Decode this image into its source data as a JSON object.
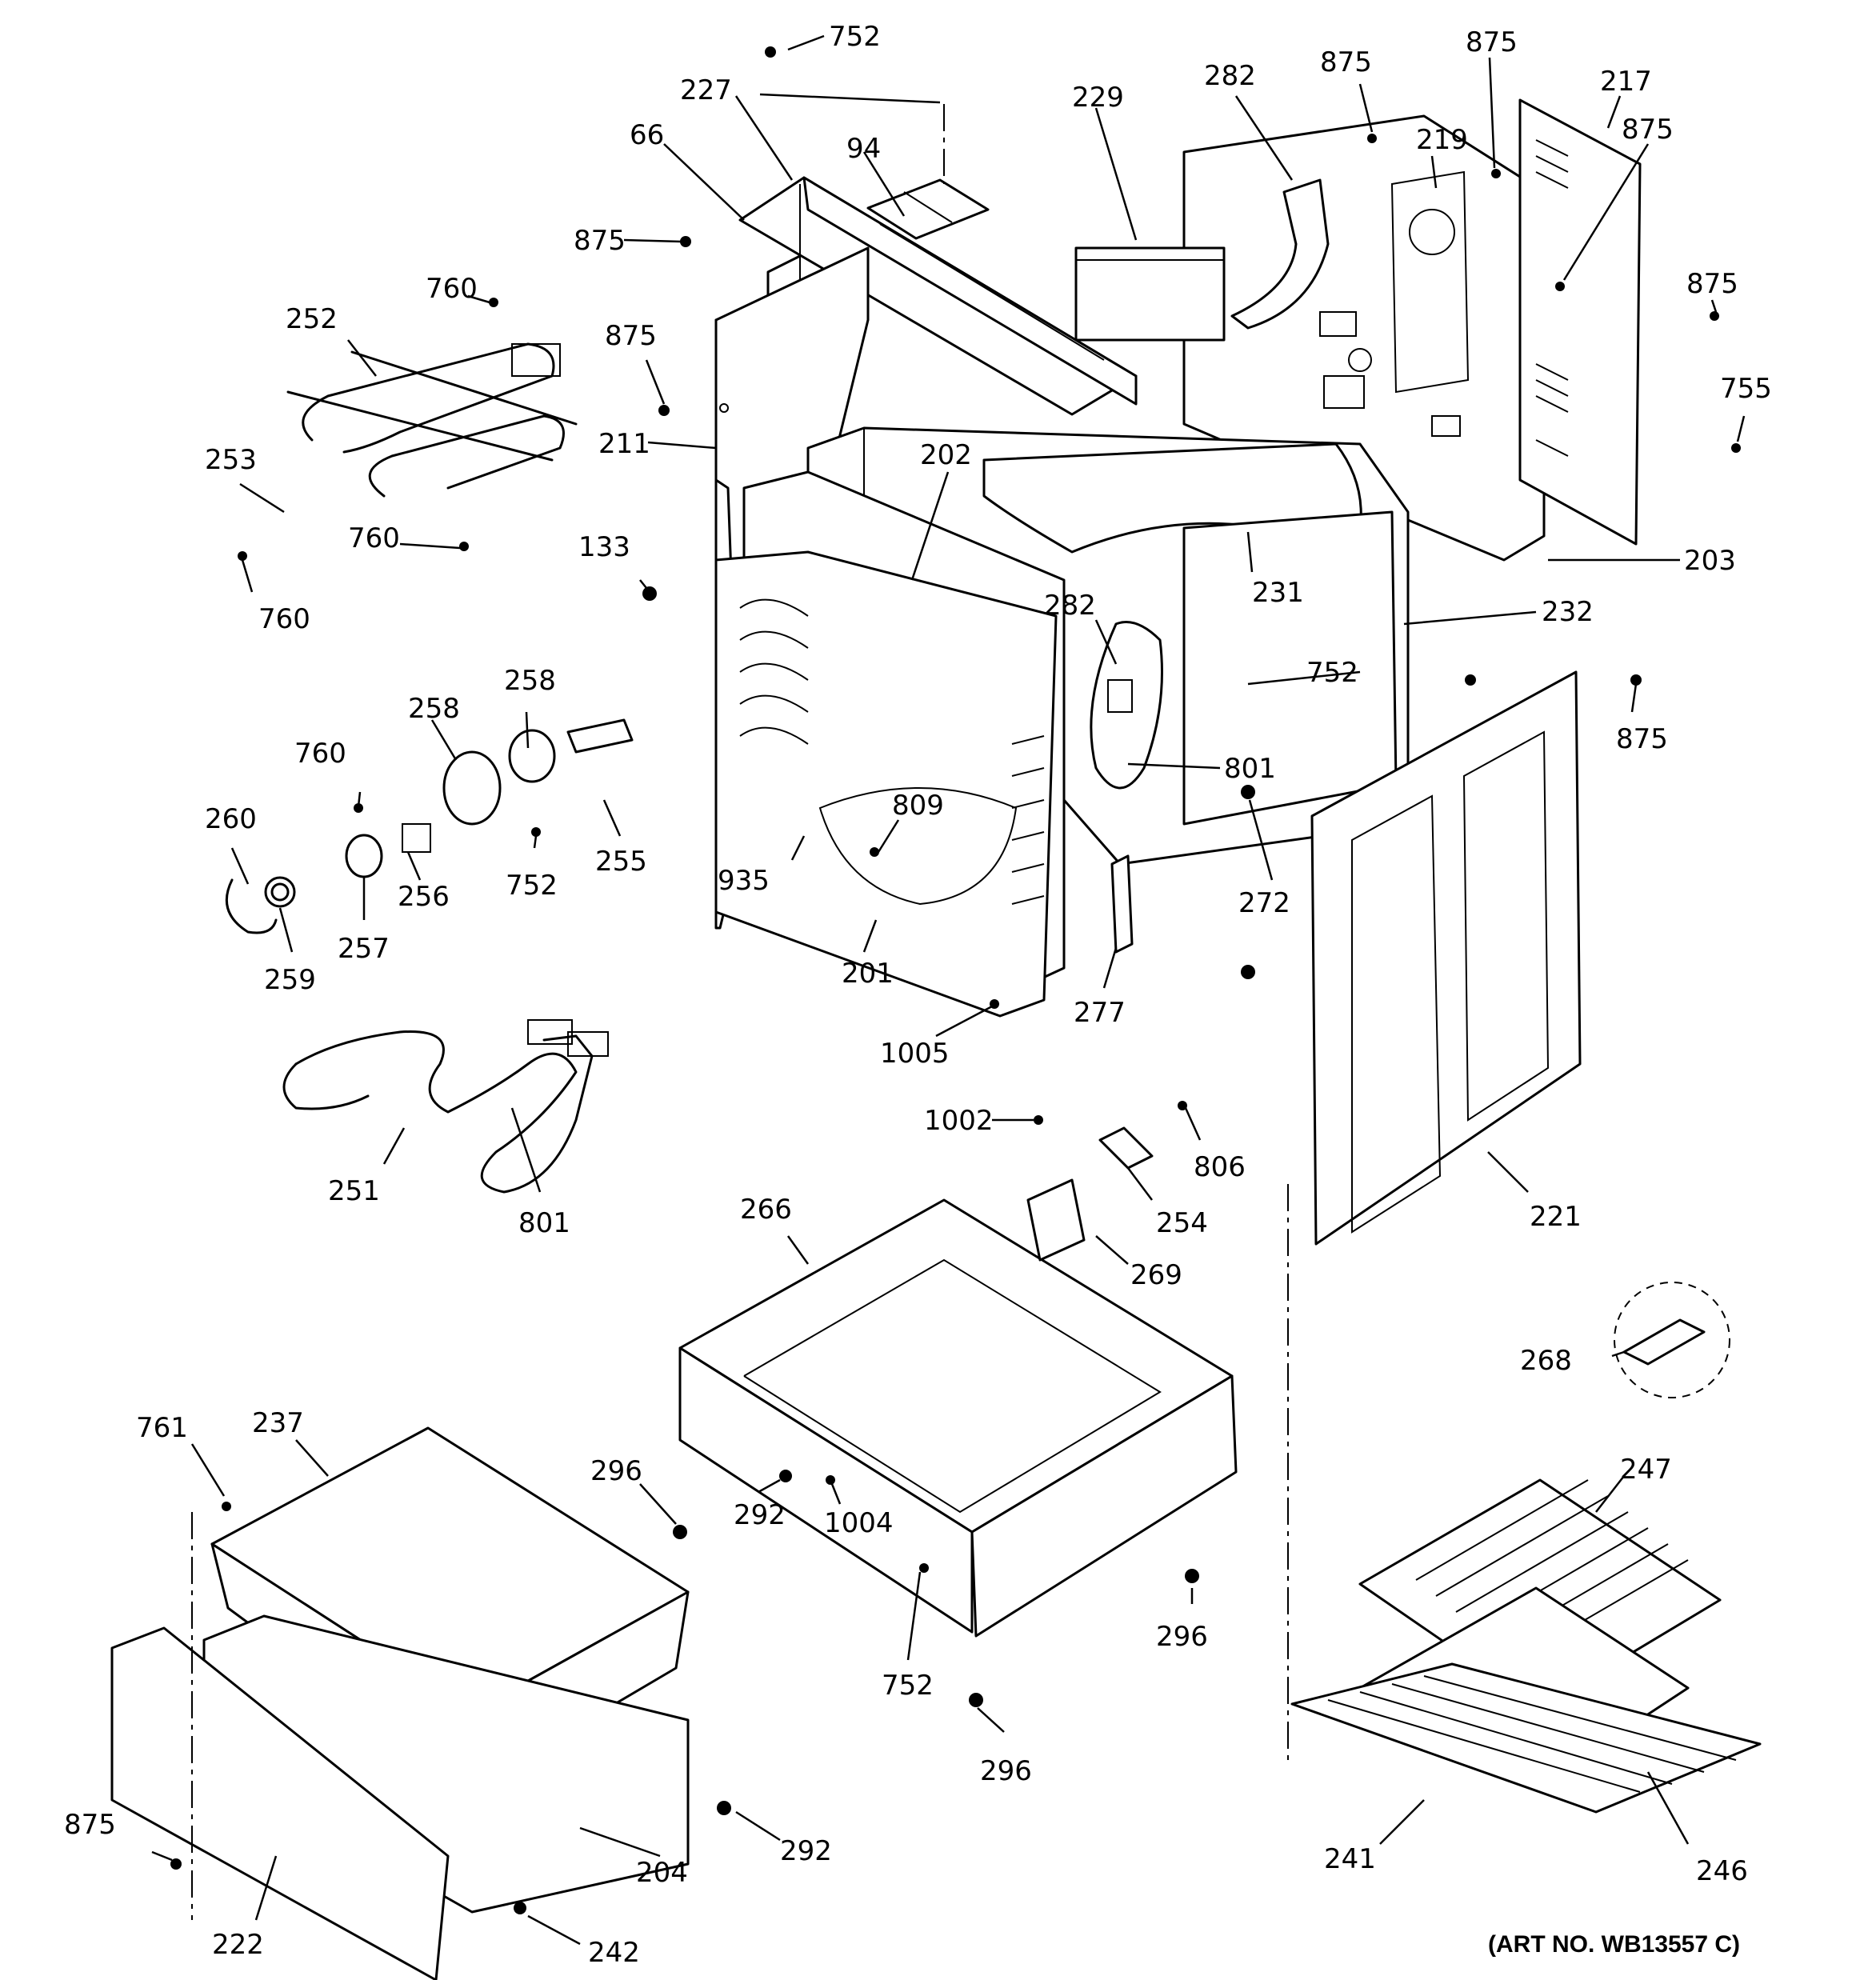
{
  "art_number": "(ART NO. WB13557 C)",
  "callouts": [
    {
      "id": "c752a",
      "text": "752"
    },
    {
      "id": "c227",
      "text": "227"
    },
    {
      "id": "c66",
      "text": "66"
    },
    {
      "id": "c94",
      "text": "94"
    },
    {
      "id": "c229",
      "text": "229"
    },
    {
      "id": "c282a",
      "text": "282"
    },
    {
      "id": "c875a",
      "text": "875"
    },
    {
      "id": "c875b",
      "text": "875"
    },
    {
      "id": "c219",
      "text": "219"
    },
    {
      "id": "c217",
      "text": "217"
    },
    {
      "id": "c875c",
      "text": "875"
    },
    {
      "id": "c875d",
      "text": "875"
    },
    {
      "id": "c755",
      "text": "755"
    },
    {
      "id": "c203",
      "text": "203"
    },
    {
      "id": "c875e",
      "text": "875"
    },
    {
      "id": "c875f",
      "text": "875"
    },
    {
      "id": "c760a",
      "text": "760"
    },
    {
      "id": "c252",
      "text": "252"
    },
    {
      "id": "c211",
      "text": "211"
    },
    {
      "id": "c253",
      "text": "253"
    },
    {
      "id": "c760b",
      "text": "760"
    },
    {
      "id": "c760c",
      "text": "760"
    },
    {
      "id": "c202",
      "text": "202"
    },
    {
      "id": "c133",
      "text": "133"
    },
    {
      "id": "c231",
      "text": "231"
    },
    {
      "id": "c232",
      "text": "232"
    },
    {
      "id": "c282b",
      "text": "282"
    },
    {
      "id": "c752b",
      "text": "752"
    },
    {
      "id": "c875g",
      "text": "875"
    },
    {
      "id": "c801a",
      "text": "801"
    },
    {
      "id": "c258a",
      "text": "258"
    },
    {
      "id": "c258b",
      "text": "258"
    },
    {
      "id": "c760d",
      "text": "760"
    },
    {
      "id": "c260",
      "text": "260"
    },
    {
      "id": "c809",
      "text": "809"
    },
    {
      "id": "c272",
      "text": "272"
    },
    {
      "id": "c255",
      "text": "255"
    },
    {
      "id": "c752c",
      "text": "752"
    },
    {
      "id": "c256",
      "text": "256"
    },
    {
      "id": "c935",
      "text": "935"
    },
    {
      "id": "c257",
      "text": "257"
    },
    {
      "id": "c259",
      "text": "259"
    },
    {
      "id": "c201",
      "text": "201"
    },
    {
      "id": "c277",
      "text": "277"
    },
    {
      "id": "c1005",
      "text": "1005"
    },
    {
      "id": "c1002",
      "text": "1002"
    },
    {
      "id": "c806",
      "text": "806"
    },
    {
      "id": "c251",
      "text": "251"
    },
    {
      "id": "c801b",
      "text": "801"
    },
    {
      "id": "c254",
      "text": "254"
    },
    {
      "id": "c221",
      "text": "221"
    },
    {
      "id": "c266",
      "text": "266"
    },
    {
      "id": "c269",
      "text": "269"
    },
    {
      "id": "c268",
      "text": "268"
    },
    {
      "id": "c761",
      "text": "761"
    },
    {
      "id": "c237",
      "text": "237"
    },
    {
      "id": "c296a",
      "text": "296"
    },
    {
      "id": "c292a",
      "text": "292"
    },
    {
      "id": "c1004",
      "text": "1004"
    },
    {
      "id": "c247",
      "text": "247"
    },
    {
      "id": "c296b",
      "text": "296"
    },
    {
      "id": "c752d",
      "text": "752"
    },
    {
      "id": "c296c",
      "text": "296"
    },
    {
      "id": "c875h",
      "text": "875"
    },
    {
      "id": "c292b",
      "text": "292"
    },
    {
      "id": "c204",
      "text": "204"
    },
    {
      "id": "c241",
      "text": "241"
    },
    {
      "id": "c246",
      "text": "246"
    },
    {
      "id": "c222",
      "text": "222"
    },
    {
      "id": "c242",
      "text": "242"
    }
  ]
}
